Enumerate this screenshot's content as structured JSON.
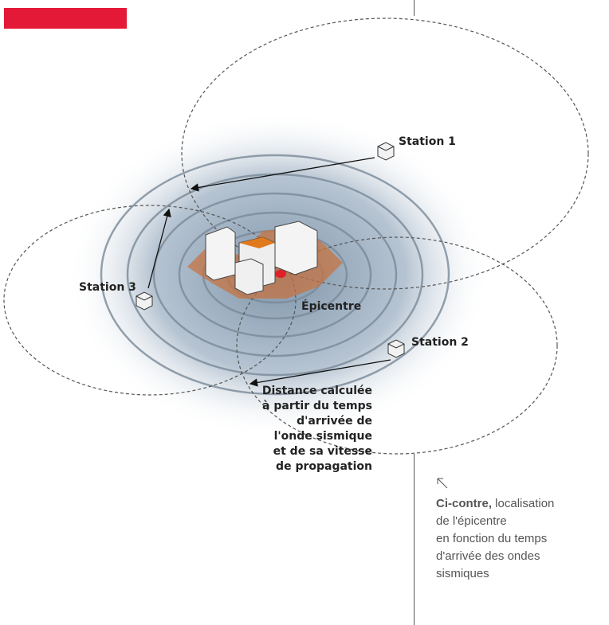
{
  "labels": {
    "station1": "Station 1",
    "station2": "Station 2",
    "station3": "Station 3",
    "epicentre": "Épicentre",
    "distance": [
      "Distance calculée",
      "à partir du temps",
      "d'arrivée de",
      "l'onde sismique",
      "et de sa vitesse",
      "de propagation"
    ]
  },
  "caption": {
    "bold": "Ci-contre,",
    "rest": " localisation",
    "lines": [
      "de l'épicentre",
      "en fonction du temps",
      "d'arrivée des ondes",
      "sismiques"
    ]
  },
  "colors": {
    "accent": "#e31937",
    "epicentre": "#e0202a",
    "glow": "#9fb2c4"
  }
}
